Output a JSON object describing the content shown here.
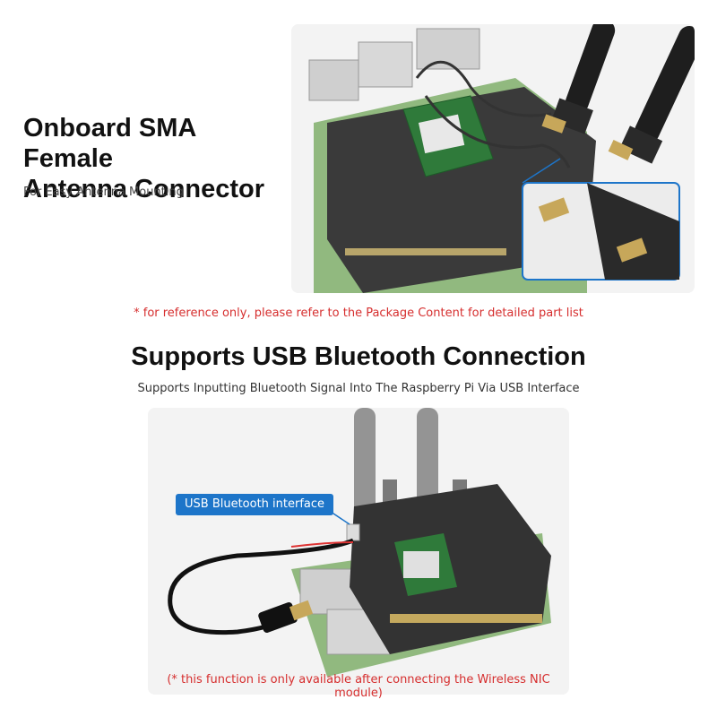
{
  "section1": {
    "title_line1": "Onboard SMA Female",
    "title_line2": "Antenna Connector",
    "subtitle": "For Easy Antenna Mounting",
    "note": "* for reference only, please refer to the Package Content for detailed part list"
  },
  "section2": {
    "title": "Supports USB Bluetooth Connection",
    "subtitle": "Supports Inputting Bluetooth Signal Into The Raspberry Pi Via USB Interface",
    "callout": "USB Bluetooth interface",
    "note": "(* this function is only available after connecting the Wireless NIC module)"
  },
  "colors": {
    "accent_blue": "#1d75c9",
    "note_red": "#d62e2e",
    "pcb_green": "#5a8a4a",
    "board_black": "#2a2a2a"
  }
}
